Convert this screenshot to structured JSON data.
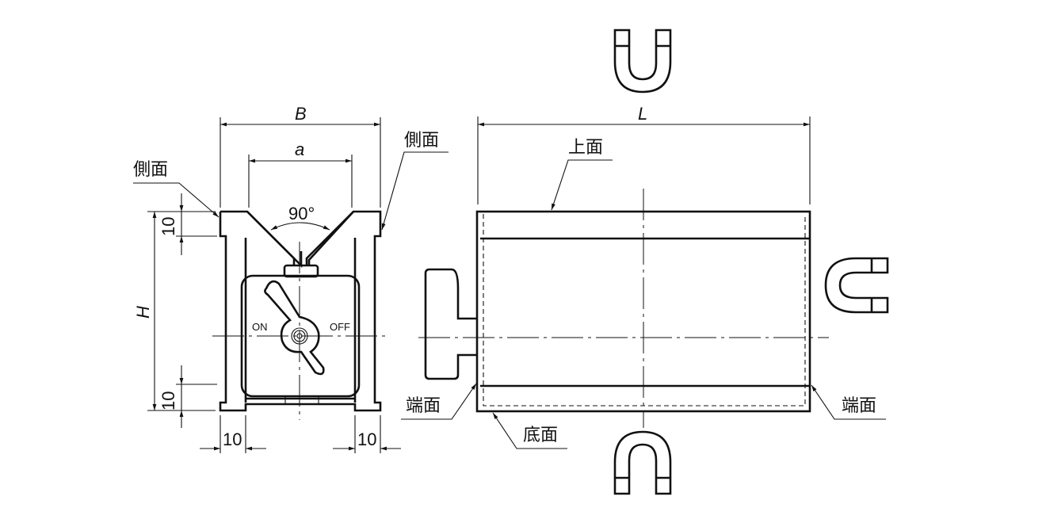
{
  "front_view": {
    "dim_B": "B",
    "dim_a": "a",
    "angle": "90°",
    "dim_H": "H",
    "dim_top_10": "10",
    "dim_bottom_10": "10",
    "dim_left_10": "10",
    "dim_right_10": "10",
    "label_side_left": "側面",
    "label_side_right": "側面",
    "switch_on": "ON",
    "switch_off": "OFF"
  },
  "side_view": {
    "dim_L": "L",
    "label_top": "上面",
    "label_end_left": "端面",
    "label_end_right": "端面",
    "label_bottom": "底面"
  },
  "colors": {
    "line": "#111111",
    "background": "#ffffff"
  }
}
